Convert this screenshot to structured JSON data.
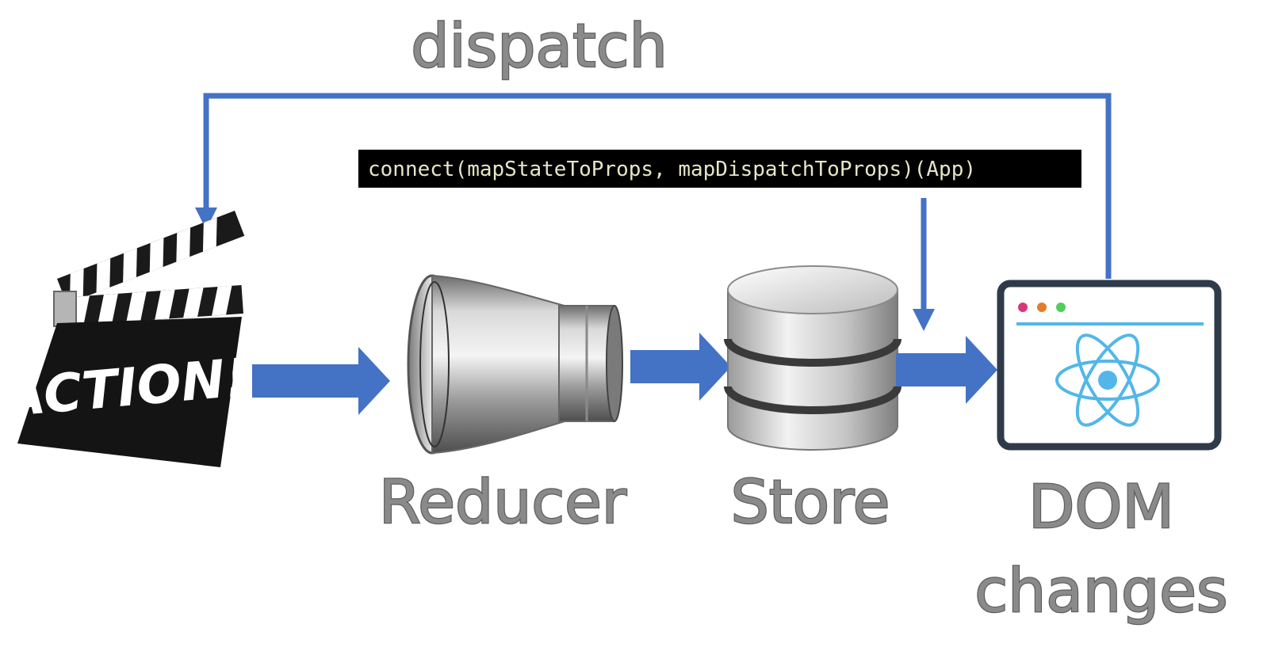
{
  "labels": {
    "dispatch": "dispatch",
    "reducer": "Reducer",
    "store": "Store",
    "dom_line1": "DOM",
    "dom_line2": "changes"
  },
  "code": "connect(mapStateToProps, mapDispatchToProps)(App)",
  "clapperboard_text": "ACTION!",
  "colors": {
    "arrow": "#4472c4",
    "label": "#8a8a8a",
    "code_bg": "#000000",
    "code_text": "#e6e6c8",
    "react_blue": "#52b7e8",
    "browser_frame": "#2f3a4a"
  },
  "icons": [
    "clapperboard-icon",
    "pipe-reducer-icon",
    "database-icon",
    "react-browser-icon"
  ]
}
